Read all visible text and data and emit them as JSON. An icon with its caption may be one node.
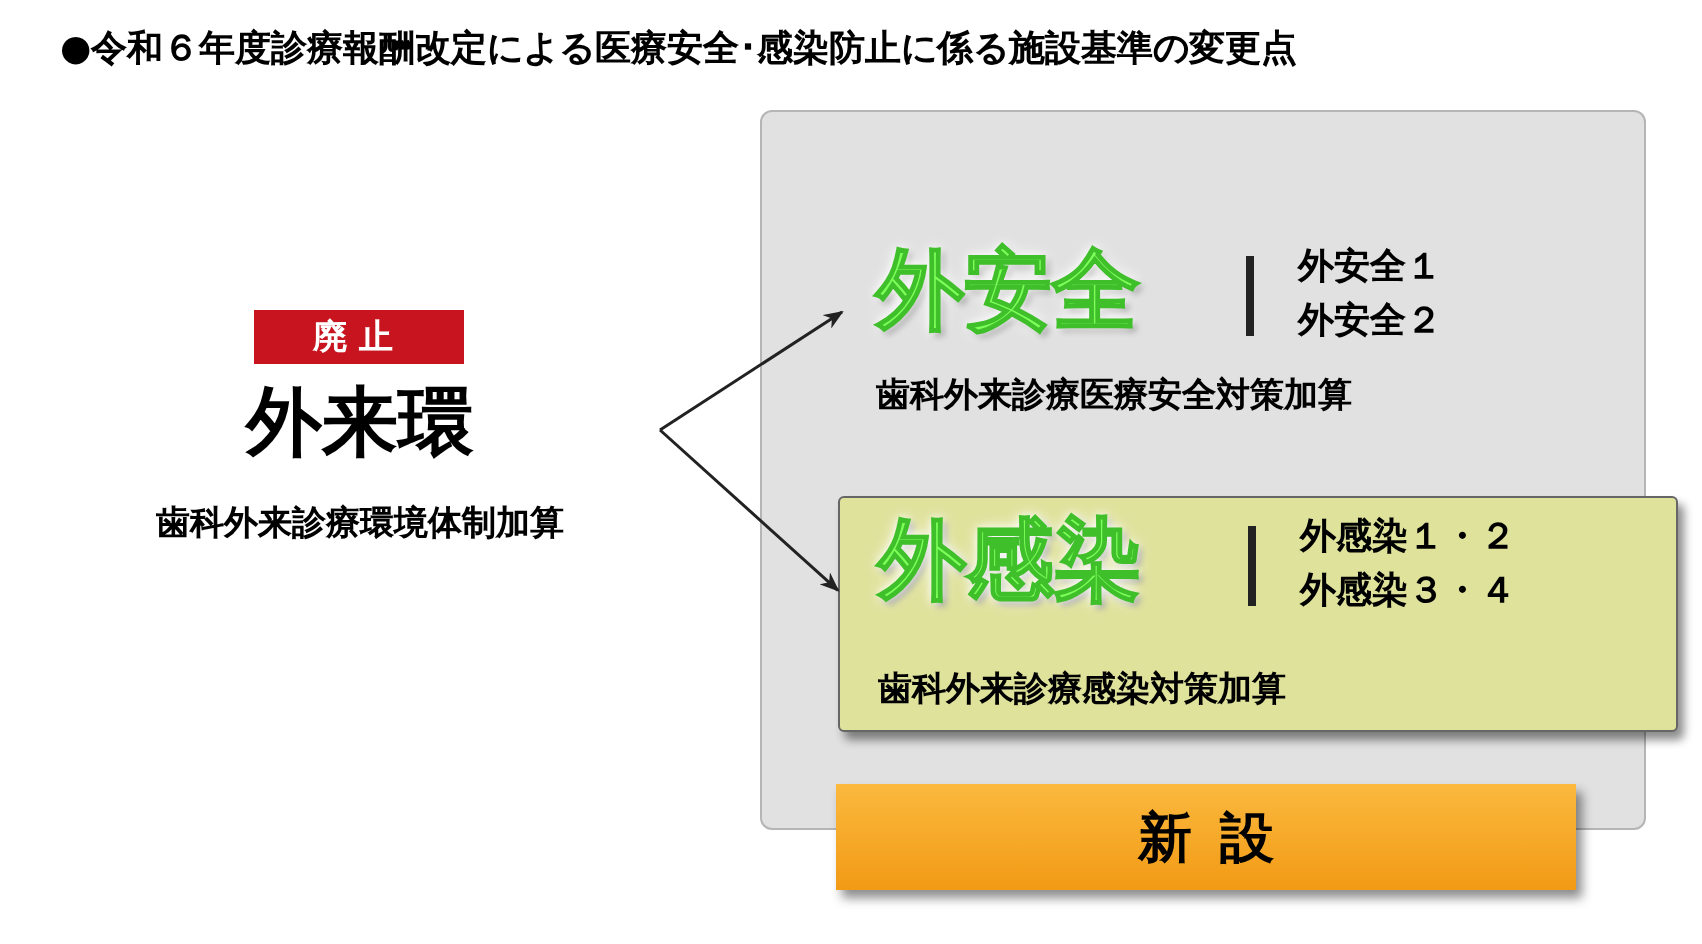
{
  "diagram": {
    "title": "●令和６年度診療報酬改定による医療安全･感染防止に係る施設基準の変更点",
    "nodes": [
      {
        "text": [
          "廃止",
          "外来環",
          "歯科外来診療環境体制加算"
        ]
      },
      {
        "text": [],
        "shape": "box"
      },
      {
        "text": [
          "外安全",
          "外安全１",
          "外安全２",
          "歯科外来診療医療安全対策加算"
        ],
        "in": 1
      },
      {
        "text": [
          "外感染",
          "外感染１・２",
          "外感染３・４",
          "歯科外来診療感染対策加算"
        ],
        "in": 1
      },
      {
        "text": [
          "新設"
        ]
      }
    ],
    "edges": [
      {
        "from": 0,
        "to": 2,
        "arrow": "to"
      },
      {
        "from": 0,
        "to": 3,
        "arrow": "to"
      }
    ]
  }
}
